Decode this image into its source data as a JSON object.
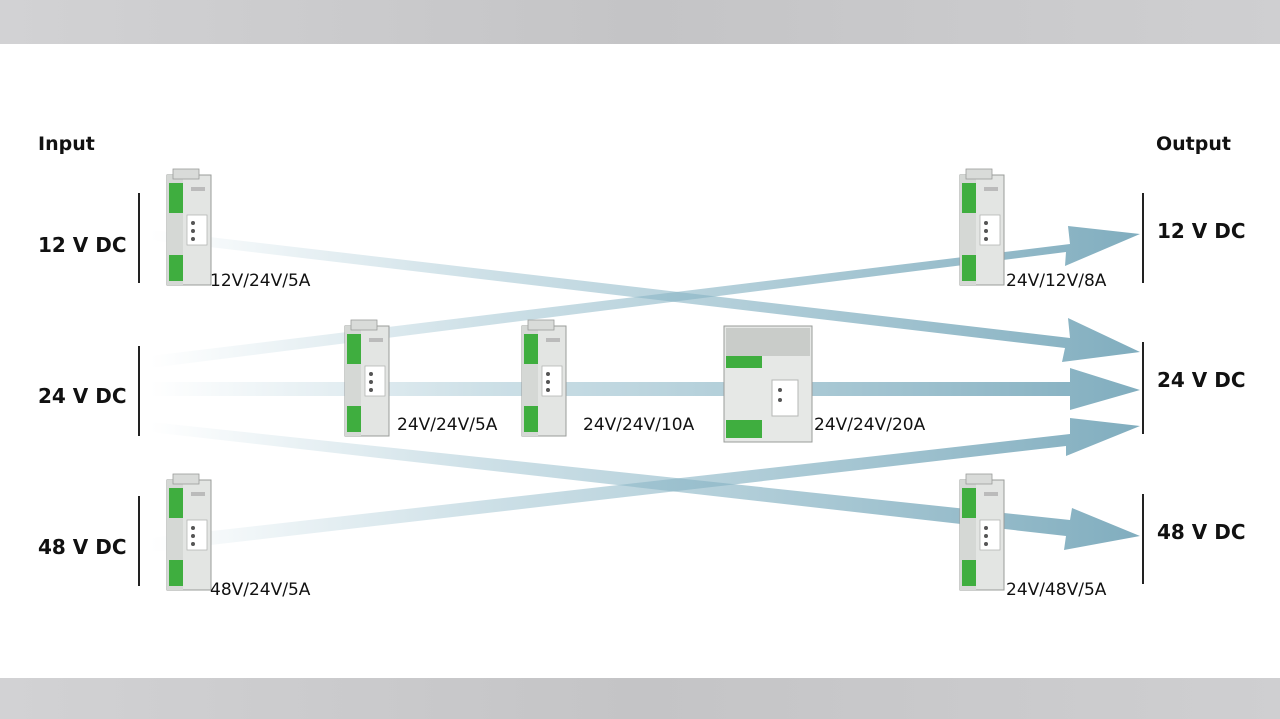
{
  "header": {
    "input": "Input",
    "output": "Output"
  },
  "inputs": [
    "12 V DC",
    "24 V DC",
    "48 V DC"
  ],
  "outputs": [
    "12 V DC",
    "24 V DC",
    "48 V DC"
  ],
  "modules": [
    {
      "label": "12V/24V/5A"
    },
    {
      "label": "24V/12V/8A"
    },
    {
      "label": "24V/24V/5A"
    },
    {
      "label": "24V/24V/10A"
    },
    {
      "label": "24V/24V/20A"
    },
    {
      "label": "48V/24V/5A"
    },
    {
      "label": "24V/48V/5A"
    }
  ],
  "colors": {
    "arrow": "#8db8c8",
    "module_green": "#3fae3f",
    "module_body": "#e2e4e2"
  }
}
